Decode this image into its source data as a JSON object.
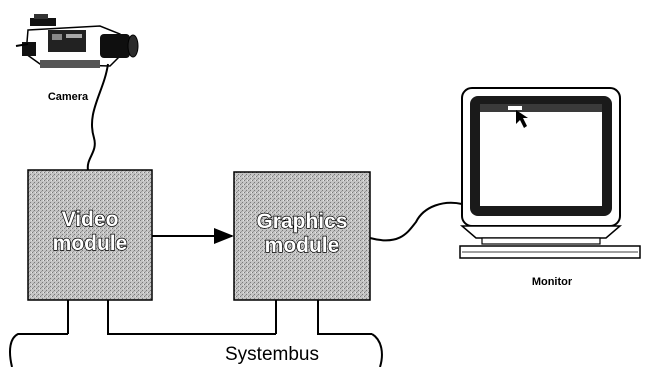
{
  "devices": {
    "camera_label": "Camera",
    "monitor_label": "Monitor"
  },
  "modules": {
    "video_line1": "Video",
    "video_line2": "module",
    "graphics_line1": "Graphics",
    "graphics_line2": "module"
  },
  "bus": {
    "label": "Systembus"
  },
  "colors": {
    "module_fill": "#bdbdbd",
    "line": "#000000",
    "background": "#ffffff"
  },
  "icons": [
    "camera-icon",
    "monitor-icon",
    "cursor-icon"
  ]
}
